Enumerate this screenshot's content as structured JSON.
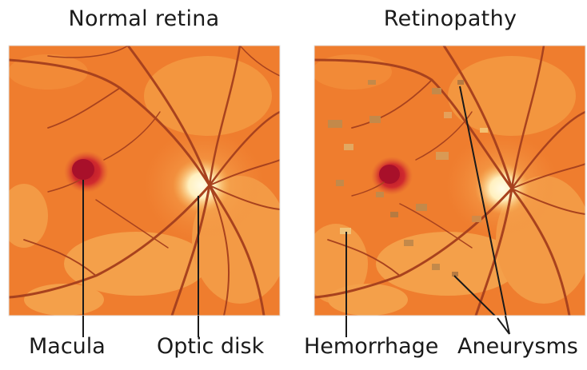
{
  "panels": {
    "left": {
      "title": "Normal retina"
    },
    "right": {
      "title": "Retinopathy"
    }
  },
  "labels": {
    "macula": "Macula",
    "optic_disk": "Optic disk",
    "hemorrhage": "Hemorrhage",
    "aneurysms": "Aneurysms"
  },
  "colors": {
    "retina_base": "#ef7d2e",
    "retina_light": "#f59a43",
    "macula": "#c81e2a",
    "optic_disk": "#fff1c2",
    "vessel": "#a8421e",
    "lesion": "#c3894a",
    "line": "#1a1a1a"
  }
}
